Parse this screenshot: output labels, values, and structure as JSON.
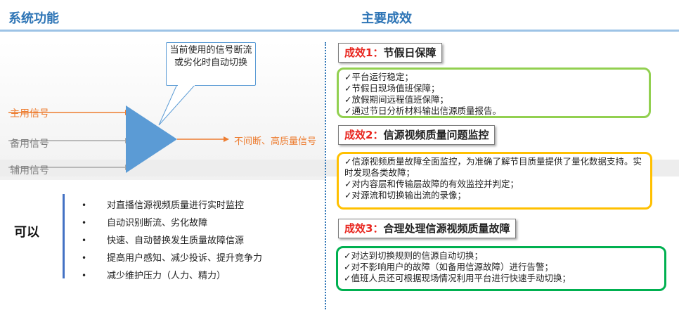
{
  "left_title": "系统功能",
  "right_title": "主要成效",
  "diagram": {
    "inputs": [
      "主用信号",
      "备用信号",
      "辅用信号"
    ],
    "output": "不间断、高质量信号",
    "callout": "当前使用的信号断流或劣化时自动切换",
    "colors": {
      "main": "#ed7d31",
      "backup": "#a6a6a6",
      "triangle": "#5b9bd5",
      "output": "#ed7d31"
    }
  },
  "can_label": "可以",
  "capabilities": [
    "对直播信源视频质量进行实时监控",
    "自动识别断流、劣化故障",
    "快速、自动替换发生质量故障信源",
    "提高用户感知、减少投诉、提升竞争力",
    "减少维护压力（人力、精力）"
  ],
  "effects": [
    {
      "num": "成效1：",
      "title": "节假日保障",
      "border": "#92d050",
      "items": [
        "✓平台运行稳定；",
        "✓节假日现场值班保障；",
        "✓放假期间远程值班保障；",
        "✓通过节日分析材料输出信源质量报告。"
      ]
    },
    {
      "num": "成效2：",
      "title": "信源视频质量问题监控",
      "border": "#ffc000",
      "items": [
        "✓信源视频质量故障全面监控，为准确了解节目质量提供了量化数据支持。实时发现各类故障；",
        "✓对内容层和传输层故障的有效监控并判定；",
        "✓对源流和切换输出流的录像；"
      ]
    },
    {
      "num": "成效3：",
      "title": "合理处理信源视频质量故障",
      "border": "#00b050",
      "items": [
        "✓对达到切换规则的信源自动切换；",
        "✓对不影响用户的故障（如备用信源故障）进行告警；",
        "✓值班人员还可根据现场情况利用平台进行快速手动切换；"
      ]
    }
  ]
}
